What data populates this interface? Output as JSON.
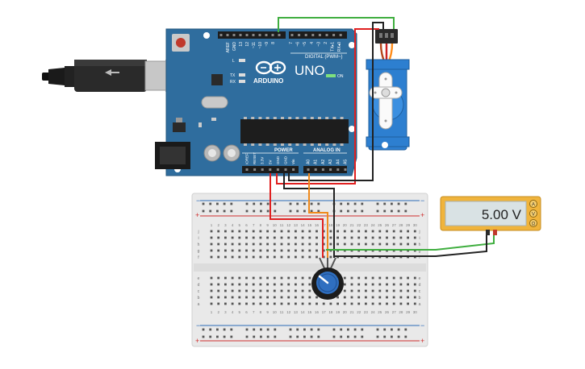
{
  "arduino": {
    "model": "UNO",
    "brand": "ARDUINO",
    "digital_header_label": "DIGITAL (PWM~)",
    "digital_pins": [
      "AREF",
      "GND",
      "13",
      "12",
      "~11",
      "~10",
      "~9",
      "8",
      "7",
      "~6",
      "~5",
      "4",
      "~3",
      "2",
      "TX▸1",
      "RX◂0"
    ],
    "led_labels": [
      "L",
      "TX",
      "RX"
    ],
    "on_label": "ON",
    "power_label": "POWER",
    "power_pins": [
      "IOREF",
      "RESET",
      "3.3V",
      "5V",
      "GND",
      "GND",
      "Vin"
    ],
    "analog_label": "ANALOG IN",
    "analog_pins": [
      "A0",
      "A1",
      "A2",
      "A3",
      "A4",
      "A5"
    ]
  },
  "multimeter": {
    "reading": "5.00 V",
    "mode_buttons": [
      "A",
      "V",
      "Ω"
    ]
  },
  "breadboard": {
    "row_letters_top": [
      "j",
      "i",
      "h",
      "g",
      "f"
    ],
    "row_letters_bottom": [
      "e",
      "d",
      "c",
      "b",
      "a"
    ],
    "column_numbers": [
      "1",
      "2",
      "3",
      "4",
      "5",
      "6",
      "7",
      "8",
      "9",
      "10",
      "11",
      "12",
      "13",
      "14",
      "15",
      "16",
      "17",
      "18",
      "19",
      "20",
      "21",
      "22",
      "23",
      "24",
      "25",
      "26",
      "27",
      "28",
      "29",
      "30"
    ],
    "rail_plus": "+",
    "rail_minus": "−"
  },
  "colors": {
    "board": "#2f6d9e",
    "wire_green": "#3fae3f",
    "wire_red": "#e02020",
    "wire_black": "#222222",
    "wire_orange": "#f08a1c",
    "servo": "#2d7fd0",
    "meter": "#f0b43c"
  },
  "icons": [
    "usb-cable-icon",
    "servo-horn-icon",
    "potentiometer-knob-icon"
  ]
}
